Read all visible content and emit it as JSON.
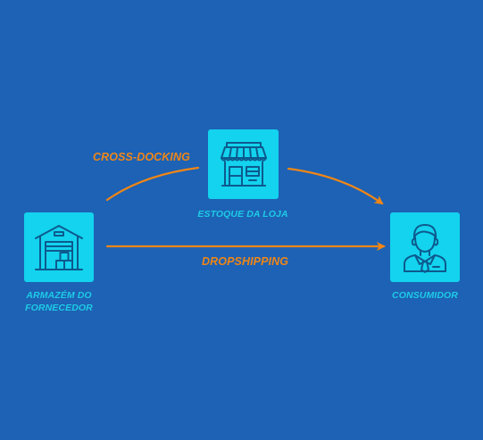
{
  "diagram": {
    "background_color": "#1d62b4",
    "node_color": "#13d3ee",
    "icon_color": "#0d5a8e",
    "label_color": "#1ecbe6",
    "edge_color": "#f08617",
    "nodes": {
      "warehouse": {
        "icon": "warehouse-icon",
        "label_line1": "ARMAZÉM DO",
        "label_line2": "FORNECEDOR"
      },
      "store": {
        "icon": "storefront-icon",
        "label": "ESTOQUE DA LOJA"
      },
      "consumer": {
        "icon": "consumer-person-icon",
        "label": "CONSUMIDOR"
      }
    },
    "edges": {
      "cross_docking": {
        "label": "CROSS-DOCKING"
      },
      "dropshipping": {
        "label": "DROPSHIPPING"
      }
    }
  }
}
